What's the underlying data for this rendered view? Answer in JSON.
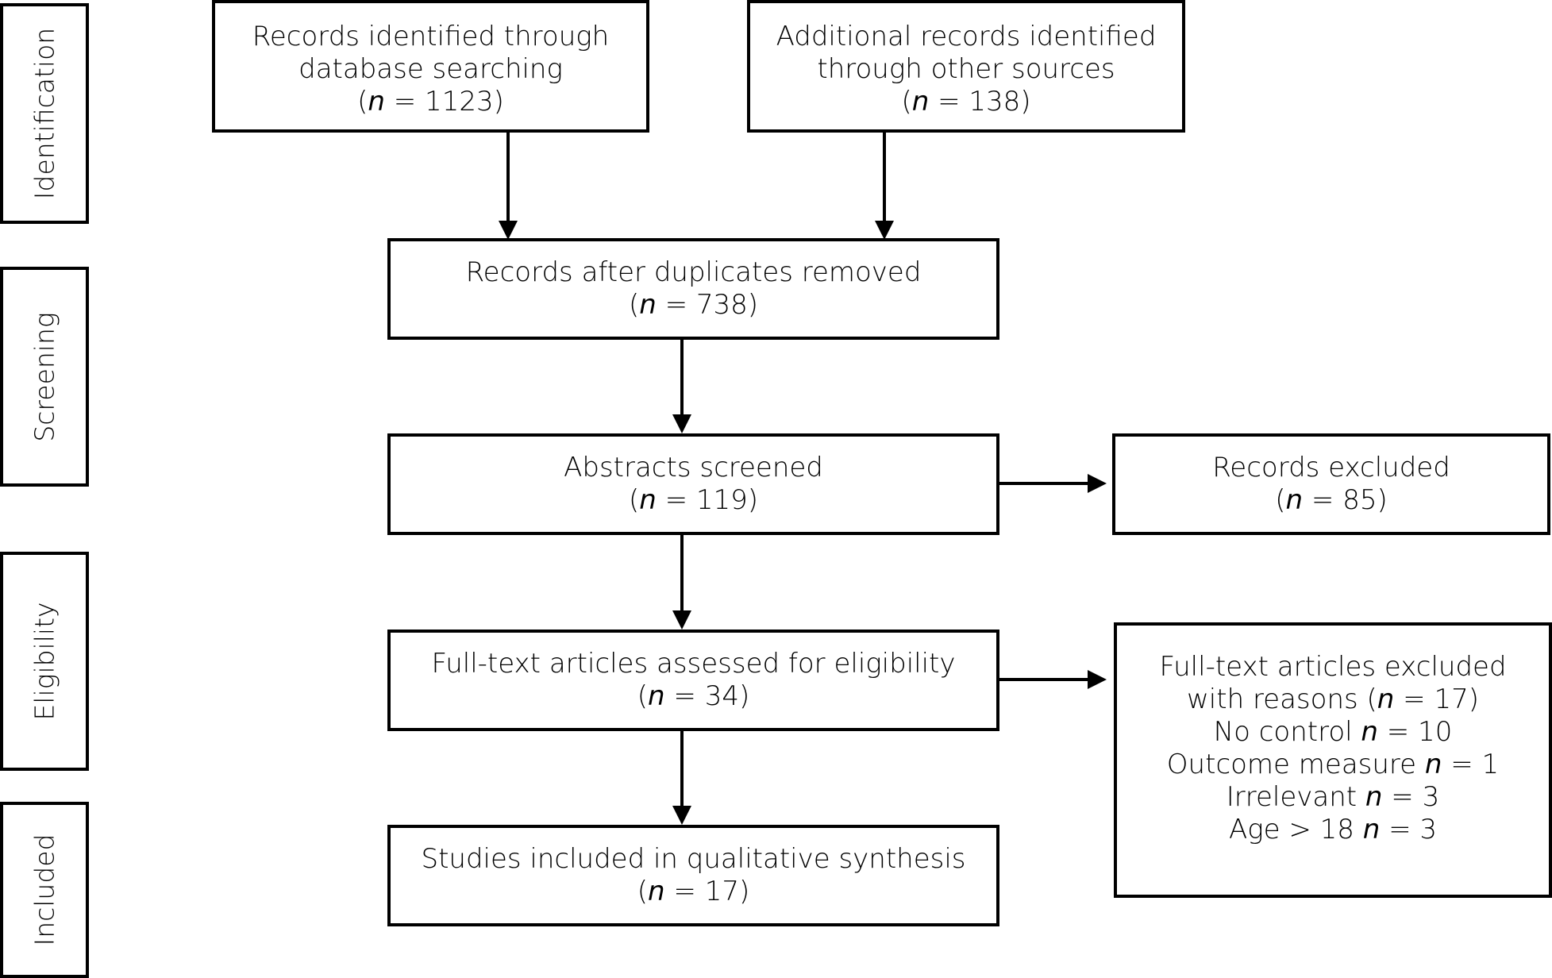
{
  "stages": {
    "identification": "Identification",
    "screening": "Screening",
    "eligibility": "Eligibility",
    "included": "Included"
  },
  "boxes": {
    "database": {
      "line1": "Records identified through",
      "line2": "database searching",
      "open": "(",
      "n": "n",
      "eq": " = 1123)"
    },
    "other": {
      "line1": "Additional records identified",
      "line2": "through other sources",
      "open": "(",
      "n": "n",
      "eq": " = 138)"
    },
    "deduplicated": {
      "line1": "Records after duplicates removed",
      "open": "(",
      "n": "n",
      "eq": " = 738)"
    },
    "abstracts": {
      "line1": "Abstracts screened",
      "open": "(",
      "n": "n",
      "eq": " = 119)"
    },
    "excluded": {
      "line1": "Records excluded",
      "open": "(",
      "n": "n",
      "eq": " = 85)"
    },
    "fulltext": {
      "line1": "Full-text articles assessed for eligibility",
      "open": "(",
      "n": "n",
      "eq": " = 34)"
    },
    "fulltext_excluded": {
      "line1": "Full-text articles excluded",
      "line2_pre": "with reasons (",
      "line2_n": "n",
      "line2_eq": " = 17)",
      "reasons": [
        {
          "label": "No control ",
          "n": "n",
          "eq": " = 10"
        },
        {
          "label": "Outcome measure ",
          "n": "n",
          "eq": " = 1"
        },
        {
          "label": "Irrelevant ",
          "n": "n",
          "eq": " = 3"
        },
        {
          "label": "Age > 18 ",
          "n": "n",
          "eq": " = 3"
        }
      ]
    },
    "included": {
      "line1": "Studies included in qualitative synthesis",
      "open": "(",
      "n": "n",
      "eq": " = 17)"
    }
  }
}
